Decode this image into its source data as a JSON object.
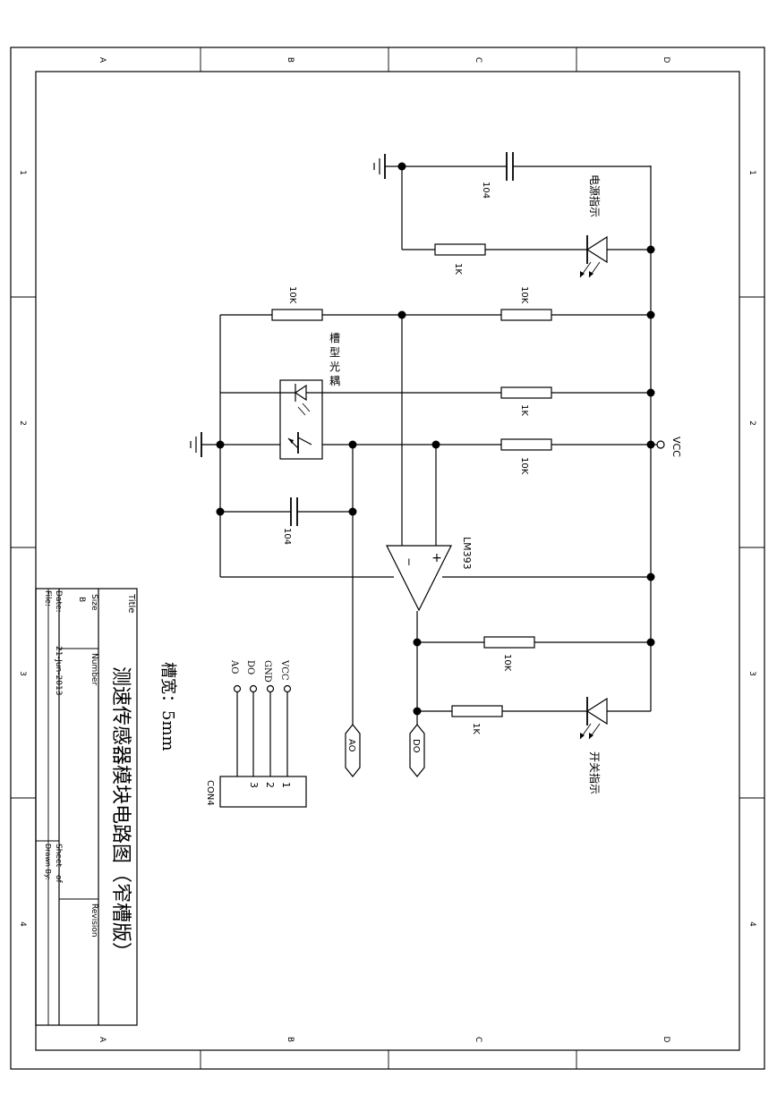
{
  "frame": {
    "zones_top": [
      "A",
      "B",
      "C",
      "D"
    ],
    "zones_side": [
      "1",
      "2",
      "3",
      "4"
    ]
  },
  "title_block": {
    "title_label": "Title",
    "title": "测速传感器模块电路图（窄槽版）",
    "size_label": "Size",
    "size_value": "B",
    "number_label": "Number",
    "revision_label": "Revision",
    "date_label": "Date:",
    "date_value": "21-Jun-2013",
    "file_label": "File:",
    "sheet_label": "Sheet",
    "of_label": "of",
    "drawn_label": "Drawn By:"
  },
  "notes": {
    "slot_width": "槽宽：5mm"
  },
  "components": {
    "cap_top": "104",
    "cap_mid": "104",
    "led_power": "电源指示",
    "led_switch": "开关指示",
    "r_top_1k": "1K",
    "r_row2_left": "10K",
    "r_row2_right": "10K",
    "r_row3": "1K",
    "r_row4": "10K",
    "r_fb": "10K",
    "r_out": "1K",
    "opto": "槽型光耦",
    "comparator": "LM393",
    "vcc": "VCC",
    "port_ao": "AO",
    "port_do": "DO",
    "connector": "CON4",
    "pins": [
      {
        "num": "1",
        "name": "VCC"
      },
      {
        "num": "2",
        "name": "GND"
      },
      {
        "num": "3",
        "name": "DO"
      },
      {
        "name": "AO"
      }
    ]
  }
}
